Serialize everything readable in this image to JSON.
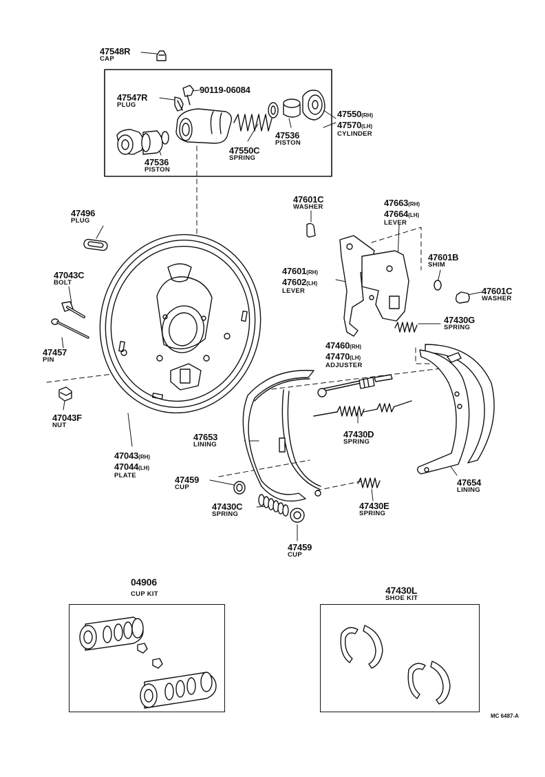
{
  "labels": {
    "p47548R": {
      "num": "47548R",
      "name": "CAP"
    },
    "p47547R": {
      "num": "47547R",
      "name": "PLUG"
    },
    "p90119": {
      "num": "90119-06084"
    },
    "p47550": {
      "num1": "47550",
      "sub1": "(RH)",
      "num2": "47570",
      "sub2": "(LH)",
      "name": "CYLINDER"
    },
    "p47536a": {
      "num": "47536",
      "name": "PISTON"
    },
    "p47536b": {
      "num": "47536",
      "name": "PISTON"
    },
    "p47550C": {
      "num": "47550C",
      "name": "SPRING"
    },
    "p47496": {
      "num": "47496",
      "name": "PLUG"
    },
    "p47043C": {
      "num": "47043C",
      "name": "BOLT"
    },
    "p47457": {
      "num": "47457",
      "name": "PIN"
    },
    "p47043F": {
      "num": "47043F",
      "name": "NUT"
    },
    "p47043": {
      "num1": "47043",
      "sub1": "(RH)",
      "num2": "47044",
      "sub2": "(LH)",
      "name": "PLATE"
    },
    "p47601C_a": {
      "num": "47601C",
      "name": "WASHER"
    },
    "p47663": {
      "num1": "47663",
      "sub1": "(RH)",
      "num2": "47664",
      "sub2": "(LH)",
      "name": "LEVER"
    },
    "p47601": {
      "num1": "47601",
      "sub1": "(RH)",
      "num2": "47602",
      "sub2": "(LH)",
      "name": "LEVER"
    },
    "p47601B": {
      "num": "47601B",
      "name": "SHIM"
    },
    "p47601C_b": {
      "num": "47601C",
      "name": "WASHER"
    },
    "p47430G": {
      "num": "47430G",
      "name": "SPRING"
    },
    "p47460": {
      "num1": "47460",
      "sub1": "(RH)",
      "num2": "47470",
      "sub2": "(LH)",
      "name": "ADJUSTER"
    },
    "p47653": {
      "num": "47653",
      "name": "LINING"
    },
    "p47430D": {
      "num": "47430D",
      "name": "SPRING"
    },
    "p47654": {
      "num": "47654",
      "name": "LINING"
    },
    "p47459a": {
      "num": "47459",
      "name": "CUP"
    },
    "p47430C": {
      "num": "47430C",
      "name": "SPRING"
    },
    "p47430E": {
      "num": "47430E",
      "name": "SPRING"
    },
    "p47459b": {
      "num": "47459",
      "name": "CUP"
    },
    "p04906": {
      "num": "04906",
      "name": "CUP KIT"
    },
    "p47430L": {
      "num": "47430L",
      "name": "SHOE KIT"
    }
  },
  "footer_code": "MC 6487-A"
}
